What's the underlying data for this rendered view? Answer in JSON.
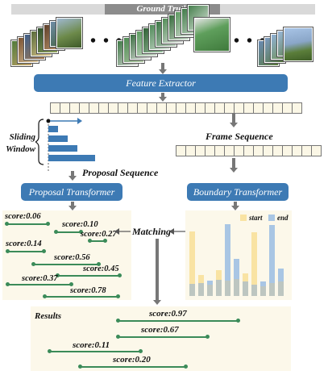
{
  "ground_truth": {
    "label": "Ground Truth"
  },
  "ellipsis": "• • •",
  "feature_extractor": {
    "label": "Feature Extractor"
  },
  "sliding_window": {
    "line1": "Sliding",
    "line2": "Window"
  },
  "frame_sequence": {
    "label": "Frame Sequence"
  },
  "proposal_sequence": {
    "label": "Proposal Sequence"
  },
  "proposal_transformer": {
    "label": "Proposal Transformer"
  },
  "boundary_transformer": {
    "label": "Boundary Transformer"
  },
  "matching": {
    "label": "Matching"
  },
  "proposals": [
    {
      "score": "score:0.06"
    },
    {
      "score": "score:0.10"
    },
    {
      "score": "score:0.27"
    },
    {
      "score": "score:0.14"
    },
    {
      "score": "score:0.56"
    },
    {
      "score": "score:0.45"
    },
    {
      "score": "score:0.37"
    },
    {
      "score": "score:0.78"
    }
  ],
  "boundary_chart": {
    "legend": {
      "start": "start",
      "end": "end"
    },
    "colors": {
      "start": "#f9e3a3",
      "end": "#a9c6e4",
      "base": "#bdc6c1"
    }
  },
  "results": {
    "label": "Results",
    "items": [
      {
        "score": "score:0.97"
      },
      {
        "score": "score:0.67"
      },
      {
        "score": "score:0.11"
      },
      {
        "score": "score:0.20"
      }
    ]
  },
  "colors": {
    "primary": "#3d7ab4",
    "segment": "#3b8b59",
    "panel": "#fcf8ea"
  }
}
